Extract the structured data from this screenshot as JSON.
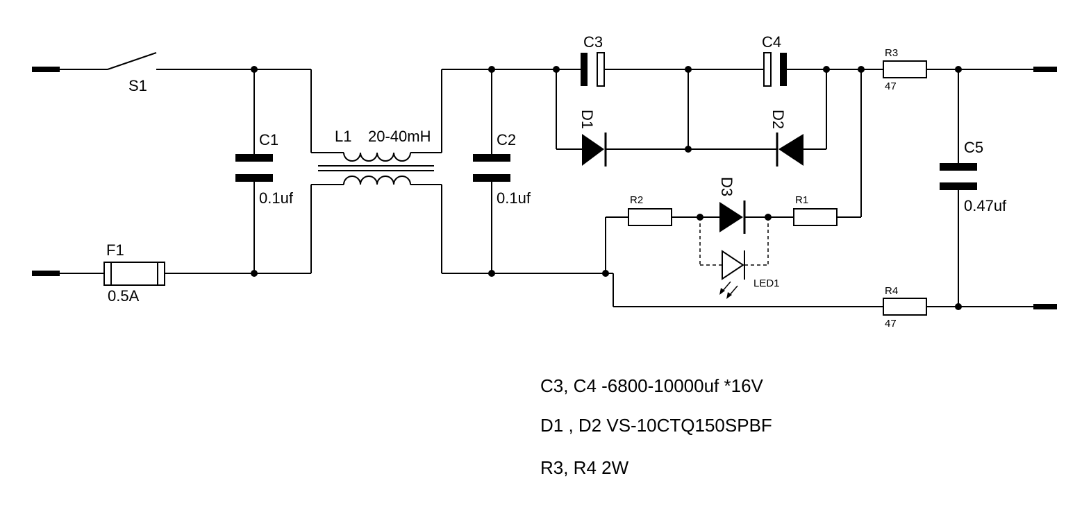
{
  "labels": {
    "s1": "S1",
    "f1": "F1",
    "f1_value": "0.5A",
    "c1": "C1",
    "c1_value": "0.1uf",
    "l1": "L1",
    "l1_value": "20-40mH",
    "c2": "C2",
    "c2_value": "0.1uf",
    "c3": "C3",
    "c4": "C4",
    "d1": "D1",
    "d2": "D2",
    "d3": "D3",
    "r1": "R1",
    "r2": "R2",
    "r3": "R3",
    "r3_value": "47",
    "r4": "R4",
    "r4_value": "47",
    "c5": "C5",
    "c5_value": "0.47uf",
    "led1": "LED1"
  },
  "notes": [
    "C3, C4 -6800-10000uf *16V",
    "D1 , D2 VS-10CTQ150SPBF",
    "R3, R4 2W"
  ]
}
